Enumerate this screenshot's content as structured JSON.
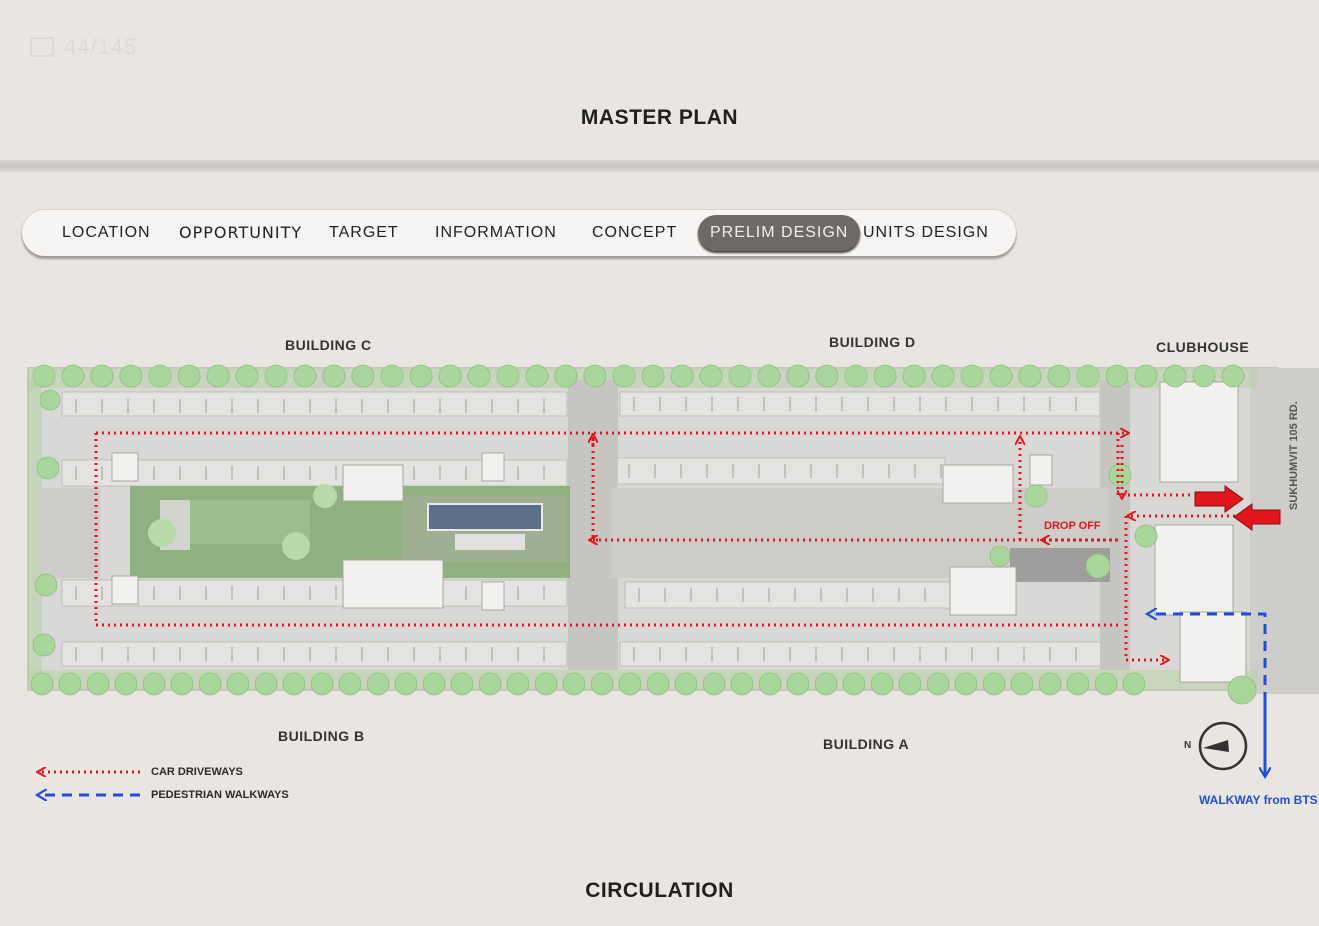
{
  "page_counter": "44/145",
  "page_title": "MASTER PLAN",
  "tabs": [
    {
      "label": "LOCATION"
    },
    {
      "label": "OPPORTUNITY"
    },
    {
      "label": "TARGET"
    },
    {
      "label": "INFORMATION"
    },
    {
      "label": "CONCEPT"
    },
    {
      "label": "PRELIM DESIGN",
      "active": true
    },
    {
      "label": "UNITS DESIGN"
    }
  ],
  "plan": {
    "building_labels": {
      "c": "BUILDING C",
      "d": "BUILDING D",
      "clubhouse": "CLUBHOUSE",
      "b": "BUILDING B",
      "a": "BUILDING A"
    },
    "road_name": "SUKHUMVIT 105 RD.",
    "drop_off": "DROP OFF",
    "walkway_label": "WALKWAY from BTS",
    "compass_letter": "N"
  },
  "legend": {
    "car": "CAR DRIVEWAYS",
    "pedestrian": "PEDESTRIAN WALKWAYS"
  },
  "colors": {
    "car": "#e3161c",
    "pedestrian": "#1f4fd6",
    "tree": "#a9d79b",
    "garden": "#8fb07f",
    "pool": "#5e6f8a"
  },
  "footer_title": "CIRCULATION"
}
